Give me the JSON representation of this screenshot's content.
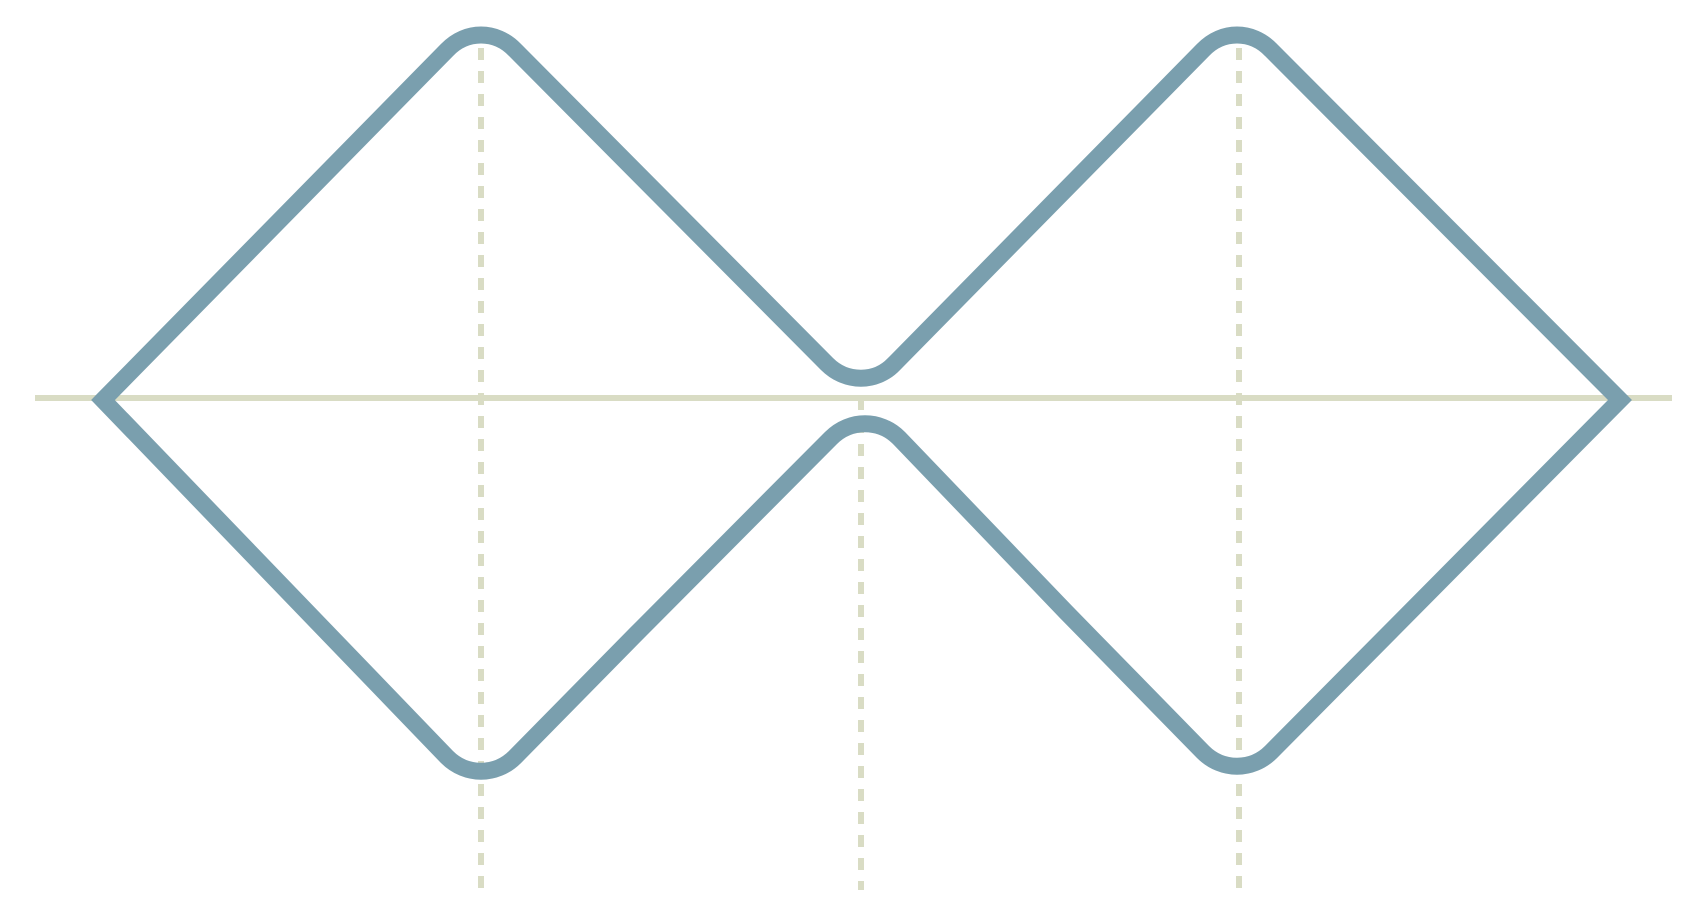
{
  "diagram": {
    "colors": {
      "background": "#ffffff",
      "outline": "#7a9fae",
      "guide": "#d9dcc4"
    },
    "guides": {
      "horizontal_axis": "solid",
      "vertical_guides": "dashed",
      "vertical_guide_count": 3
    },
    "shape": {
      "description_kind": "closed rounded zigzag outline",
      "upper_peaks": 2,
      "lower_peaks": 2,
      "side_vertices": 2
    }
  }
}
